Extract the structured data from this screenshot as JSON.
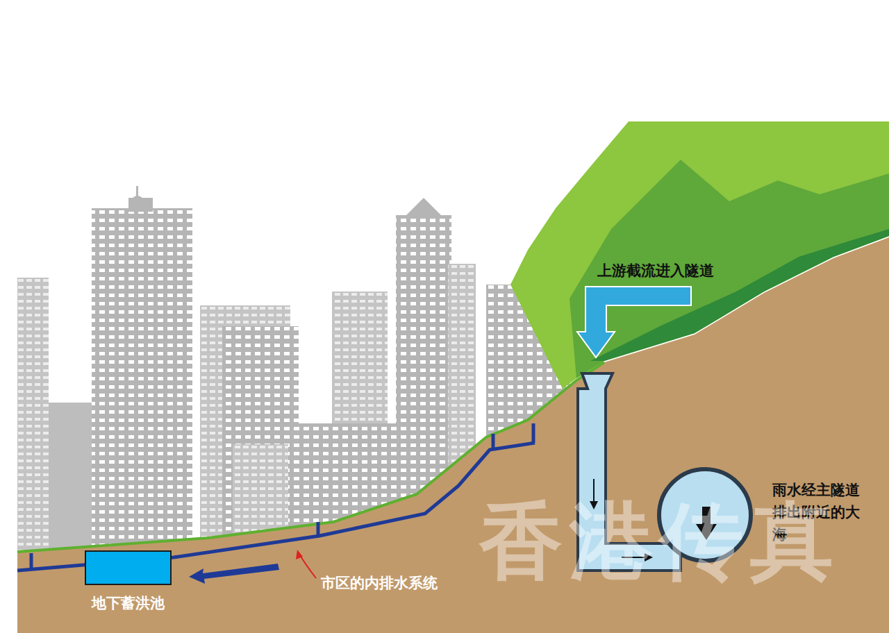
{
  "diagram": {
    "nodes": [
      {
        "text": [
          "地下蓄洪池"
        ]
      }
    ],
    "labels": [
      "上游截流进入隧道",
      "雨水经主隧道排出附近的大海",
      "市区的内排水系统",
      "香港传真"
    ]
  }
}
